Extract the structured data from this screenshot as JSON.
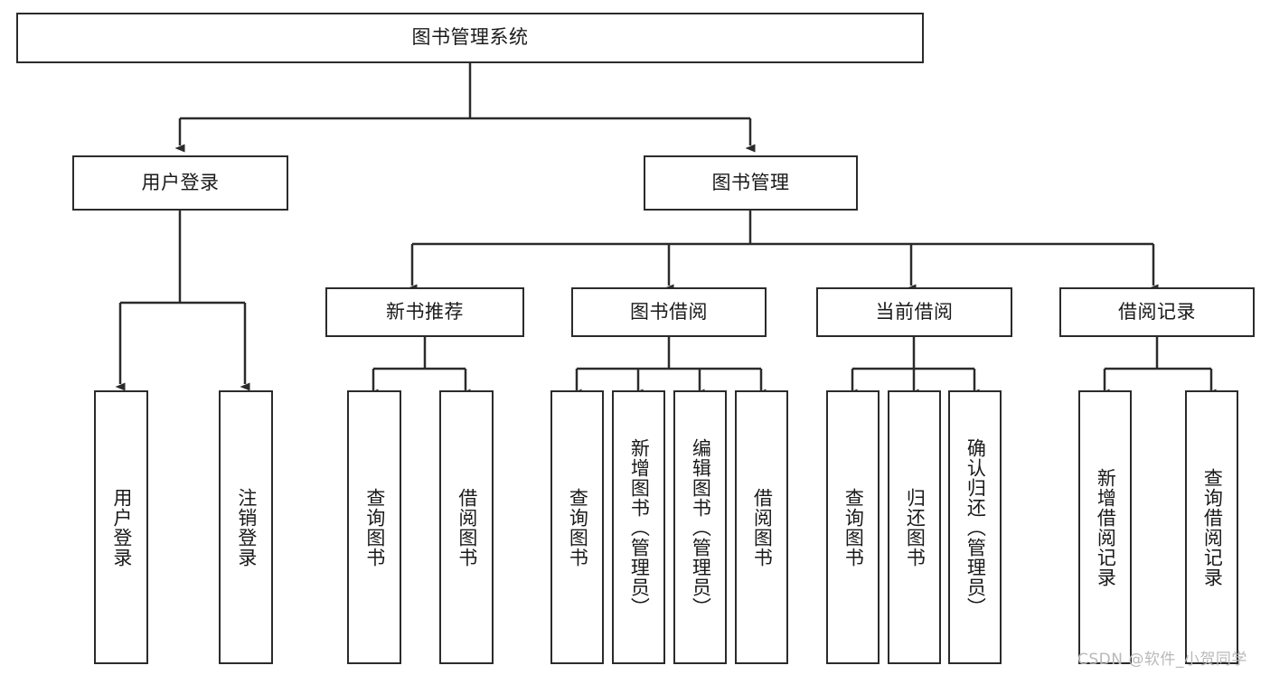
{
  "diagram": {
    "title": "图书管理系统",
    "type": "tree-hierarchy-chart",
    "orientation": "top-down",
    "colors": {
      "stroke": "#2b2b2b",
      "fill": "#ffffff",
      "text": "#1a1a1a",
      "watermark": "#b9b9b9"
    },
    "root": {
      "label": "图书管理系统"
    },
    "level1": [
      {
        "label": "用户登录"
      },
      {
        "label": "图书管理"
      }
    ],
    "level2": [
      {
        "label": "新书推荐"
      },
      {
        "label": "图书借阅"
      },
      {
        "label": "当前借阅"
      },
      {
        "label": "借阅记录"
      }
    ],
    "leaves": {
      "user_login": [
        {
          "label": "用户登录"
        },
        {
          "label": "注销登录"
        }
      ],
      "new_book_recommend": [
        {
          "label": "查询图书"
        },
        {
          "label": "借阅图书"
        }
      ],
      "book_borrow": [
        {
          "label": "查询图书"
        },
        {
          "label": "新增图书（管理员）"
        },
        {
          "label": "编辑图书（管理员）"
        },
        {
          "label": "借阅图书"
        }
      ],
      "current_borrow": [
        {
          "label": "查询图书"
        },
        {
          "label": "归还图书"
        },
        {
          "label": "确认归还（管理员）"
        }
      ],
      "borrow_record": [
        {
          "label": "新增借阅记录"
        },
        {
          "label": "查询借阅记录"
        }
      ]
    }
  },
  "watermark": {
    "text": "CSDN @软件_小贺同学"
  }
}
